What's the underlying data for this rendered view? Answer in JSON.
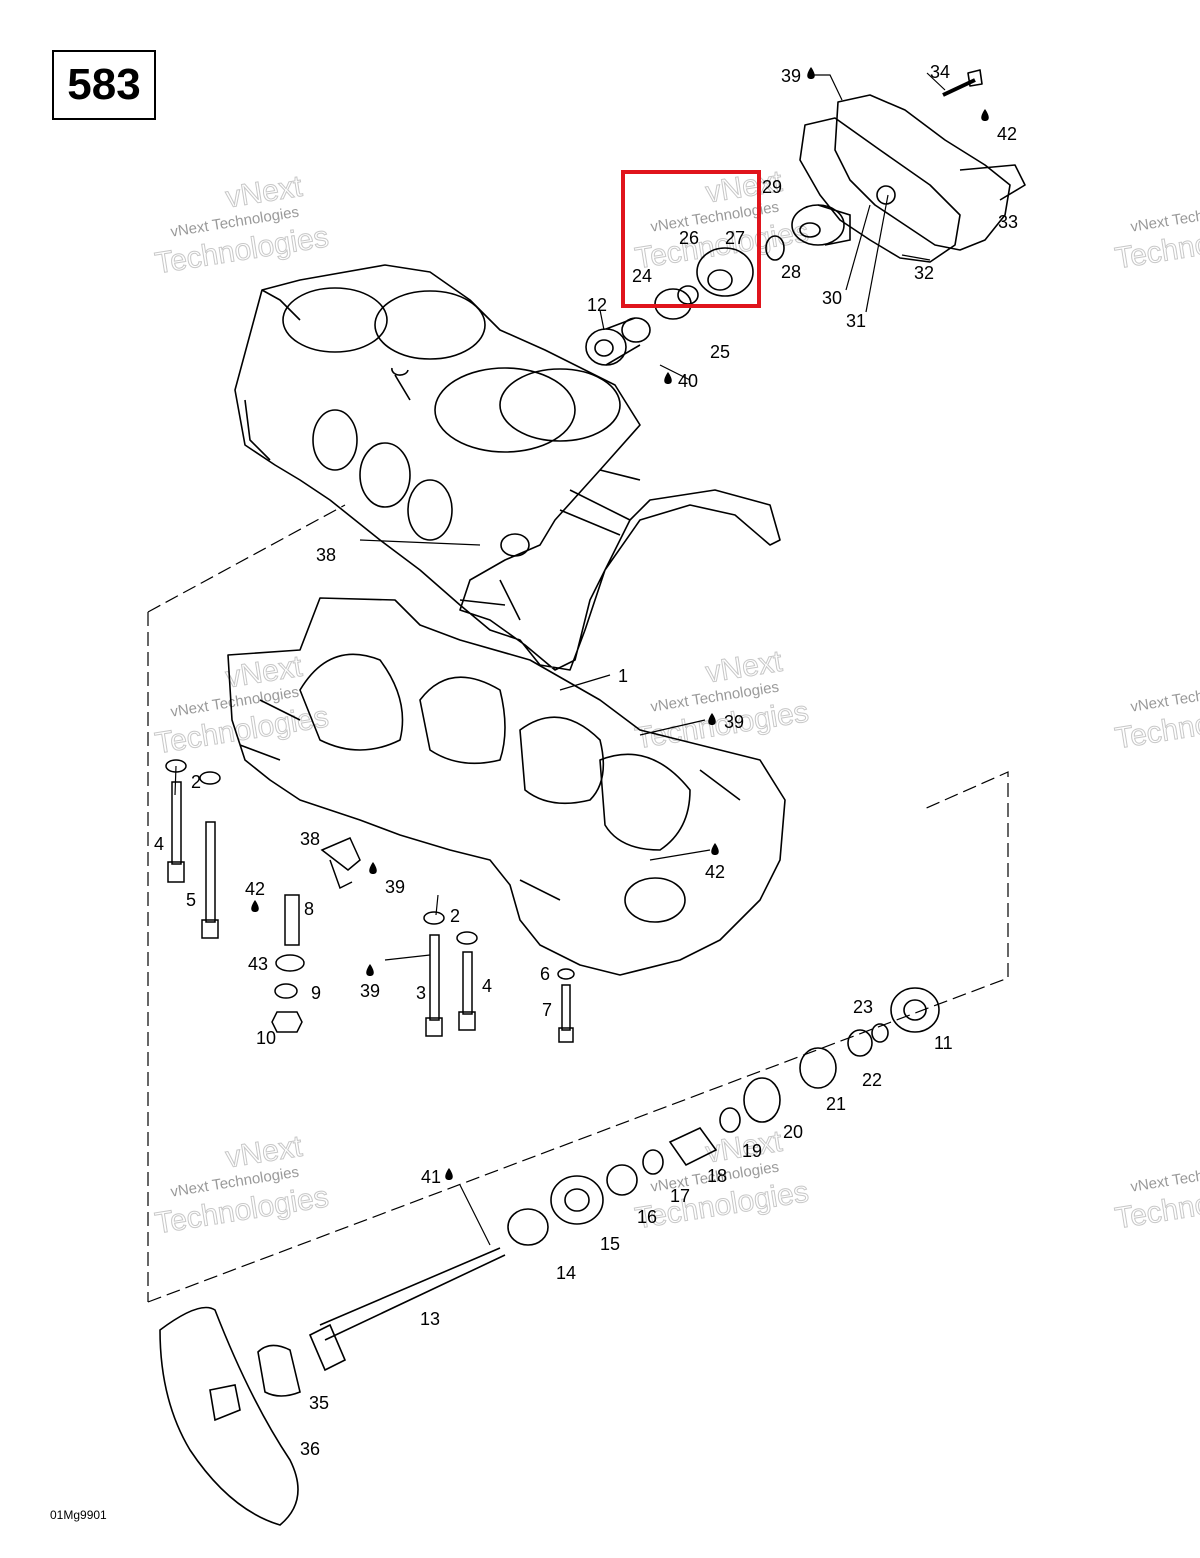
{
  "diagram_code": "583",
  "footer_code": "01Mg9901",
  "watermark": {
    "line1": "vNext Technologies",
    "line2": "Technologies",
    "overlay": "vNext"
  },
  "highlight_color": "#e0141c",
  "callouts": [
    {
      "id": "c39a",
      "text": "39",
      "drop": true
    },
    {
      "id": "c34",
      "text": "34",
      "drop": false
    },
    {
      "id": "c42a",
      "text": "42",
      "drop": true
    },
    {
      "id": "c29",
      "text": "29",
      "drop": false
    },
    {
      "id": "c33",
      "text": "33",
      "drop": false
    },
    {
      "id": "c26",
      "text": "26",
      "drop": false
    },
    {
      "id": "c27",
      "text": "27",
      "drop": false
    },
    {
      "id": "c24",
      "text": "24",
      "drop": false
    },
    {
      "id": "c28",
      "text": "28",
      "drop": false
    },
    {
      "id": "c32",
      "text": "32",
      "drop": false
    },
    {
      "id": "c30",
      "text": "30",
      "drop": false
    },
    {
      "id": "c31",
      "text": "31",
      "drop": false
    },
    {
      "id": "c12",
      "text": "12",
      "drop": false
    },
    {
      "id": "c25",
      "text": "25",
      "drop": false
    },
    {
      "id": "c40",
      "text": "40",
      "drop": true
    },
    {
      "id": "c38a",
      "text": "38",
      "drop": false
    },
    {
      "id": "c1",
      "text": "1",
      "drop": false
    },
    {
      "id": "c39b",
      "text": "39",
      "drop": true
    },
    {
      "id": "c2a",
      "text": "2",
      "drop": false
    },
    {
      "id": "c4a",
      "text": "4",
      "drop": false
    },
    {
      "id": "c5",
      "text": "5",
      "drop": false
    },
    {
      "id": "c38b",
      "text": "38",
      "drop": false
    },
    {
      "id": "c39c",
      "text": "39",
      "drop": true
    },
    {
      "id": "c42b",
      "text": "42",
      "drop": true
    },
    {
      "id": "c42c",
      "text": "42",
      "drop": true
    },
    {
      "id": "c8",
      "text": "8",
      "drop": false
    },
    {
      "id": "c43",
      "text": "43",
      "drop": false
    },
    {
      "id": "c9",
      "text": "9",
      "drop": false
    },
    {
      "id": "c10",
      "text": "10",
      "drop": false
    },
    {
      "id": "c2b",
      "text": "2",
      "drop": false
    },
    {
      "id": "c39d",
      "text": "39",
      "drop": true
    },
    {
      "id": "c3",
      "text": "3",
      "drop": false
    },
    {
      "id": "c4b",
      "text": "4",
      "drop": false
    },
    {
      "id": "c6",
      "text": "6",
      "drop": false
    },
    {
      "id": "c7",
      "text": "7",
      "drop": false
    },
    {
      "id": "c23",
      "text": "23",
      "drop": false
    },
    {
      "id": "c11",
      "text": "11",
      "drop": false
    },
    {
      "id": "c22",
      "text": "22",
      "drop": false
    },
    {
      "id": "c21",
      "text": "21",
      "drop": false
    },
    {
      "id": "c20",
      "text": "20",
      "drop": false
    },
    {
      "id": "c19",
      "text": "19",
      "drop": false
    },
    {
      "id": "c18",
      "text": "18",
      "drop": false
    },
    {
      "id": "c17",
      "text": "17",
      "drop": false
    },
    {
      "id": "c16",
      "text": "16",
      "drop": false
    },
    {
      "id": "c41",
      "text": "41",
      "drop": true
    },
    {
      "id": "c15",
      "text": "15",
      "drop": false
    },
    {
      "id": "c14",
      "text": "14",
      "drop": false
    },
    {
      "id": "c13",
      "text": "13",
      "drop": false
    },
    {
      "id": "c35",
      "text": "35",
      "drop": false
    },
    {
      "id": "c36",
      "text": "36",
      "drop": false
    }
  ]
}
